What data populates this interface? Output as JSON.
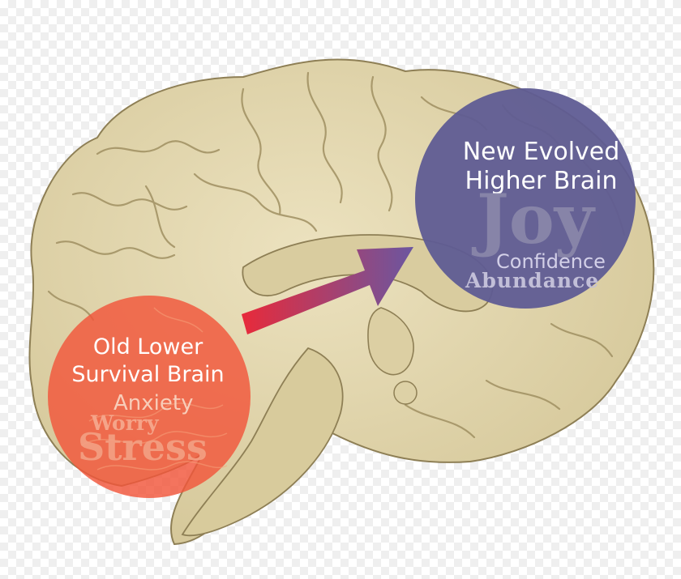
{
  "colors": {
    "brain_fill": "#e2d6ad",
    "brain_stroke": "#8e7f55",
    "old_brain_circle": "#f2553b",
    "new_brain_circle": "#5f5c93",
    "arrow_start": "#e82a3a",
    "arrow_end": "#6b56a0"
  },
  "old_brain": {
    "title_line1": "Old Lower",
    "title_line2": "Survival Brain",
    "word_anxiety": "Anxiety",
    "word_worry": "Worry",
    "word_stress": "Stress"
  },
  "new_brain": {
    "title_line1": "New Evolved",
    "title_line2": "Higher Brain",
    "word_joy": "Joy",
    "word_confidence": "Confidence",
    "word_abundance": "Abundance"
  }
}
